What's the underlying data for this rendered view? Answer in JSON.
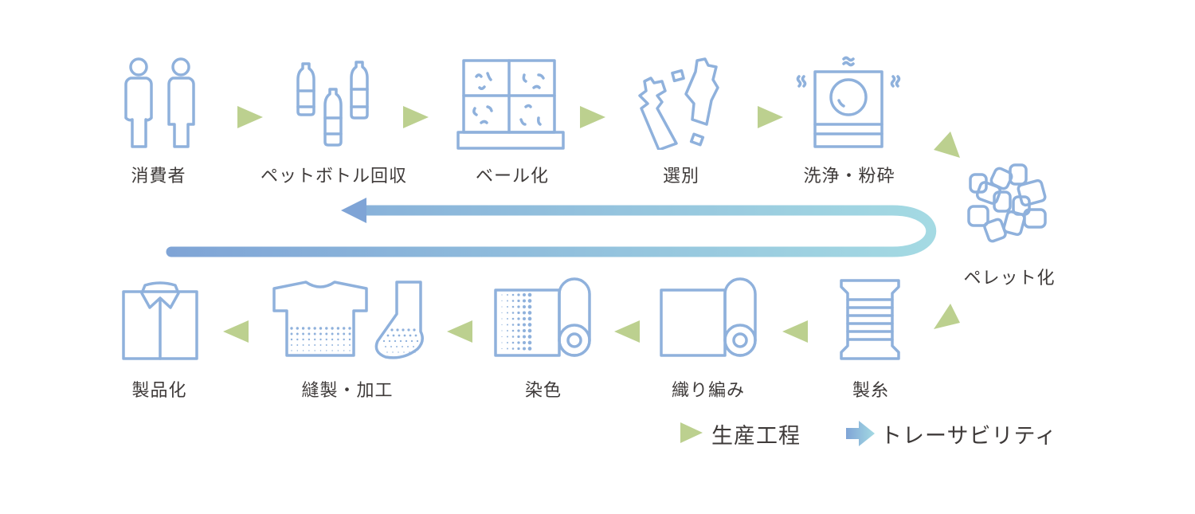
{
  "diagram": {
    "title": "PET bottle recycling flow",
    "top_row": [
      {
        "id": "consumer",
        "label": "消費者",
        "icon": "people-icon"
      },
      {
        "id": "bottle-collection",
        "label": "ペットボトル回収",
        "icon": "pet-bottles-icon"
      },
      {
        "id": "baling",
        "label": "ベール化",
        "icon": "bale-icon"
      },
      {
        "id": "sorting",
        "label": "選別",
        "icon": "crushed-bottles-icon"
      },
      {
        "id": "washing-crushing",
        "label": "洗浄・粉砕",
        "icon": "washing-machine-icon"
      }
    ],
    "pivot": {
      "id": "pelletizing",
      "label": "ペレット化",
      "icon": "pellets-icon"
    },
    "bottom_row": [
      {
        "id": "yarn-making",
        "label": "製糸",
        "icon": "spool-icon"
      },
      {
        "id": "weaving-knitting",
        "label": "織り編み",
        "icon": "fabric-roll-icon"
      },
      {
        "id": "dyeing",
        "label": "染色",
        "icon": "dyed-fabric-roll-icon"
      },
      {
        "id": "sewing-processing",
        "label": "縫製・加工",
        "icon": "tshirt-sock-icon"
      },
      {
        "id": "productization",
        "label": "製品化",
        "icon": "shirt-icon"
      }
    ],
    "legend": {
      "production": {
        "label": "生産工程",
        "icon": "green-triangle-icon"
      },
      "traceability": {
        "label": "トレーサビリティ",
        "icon": "gradient-arrow-icon"
      }
    },
    "colors": {
      "icon_stroke": "#8fb1dc",
      "process_arrow": "#bcd08f",
      "trace_start": "#7fa4d6",
      "trace_end": "#a4dae3",
      "text": "#3e3a39"
    }
  }
}
